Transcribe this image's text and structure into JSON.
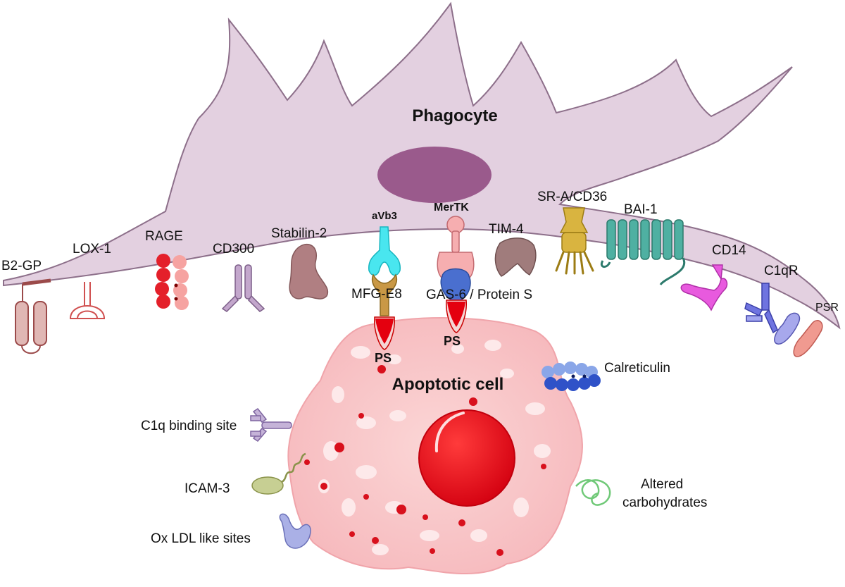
{
  "cells": {
    "phagocyte": "Phagocyte",
    "apoptotic": "Apoptotic cell"
  },
  "receptors": {
    "b2gp": "B2-GP",
    "lox1": "LOX-1",
    "rage": "RAGE",
    "cd300": "CD300",
    "stabilin2": "Stabilin-2",
    "avb3": "aVb3",
    "mertk": "MerTK",
    "tim4": "TIM-4",
    "sra_cd36": "SR-A/CD36",
    "bai1": "BAI-1",
    "cd14": "CD14",
    "c1qr": "C1qR",
    "psr": "PSR"
  },
  "bridges": {
    "mfge8": "MFG-E8",
    "gas6": "GAS-6 / Protein S",
    "ps_left": "PS",
    "ps_right": "PS"
  },
  "apoptotic_signals": {
    "calreticulin": "Calreticulin",
    "c1q_site": "C1q binding site",
    "icam3": "ICAM-3",
    "altered_line1": "Altered",
    "altered_line2": "carbohydrates",
    "oxldl": "Ox LDL like sites"
  },
  "colors": {
    "phagocyte_fill": "#e3d0e0",
    "phagocyte_stroke": "#8d6f8a",
    "nucleus": "#9a5a8c",
    "apoptotic_fill": "#f8c9cc",
    "apoptotic_nucleus": "#e60012"
  }
}
